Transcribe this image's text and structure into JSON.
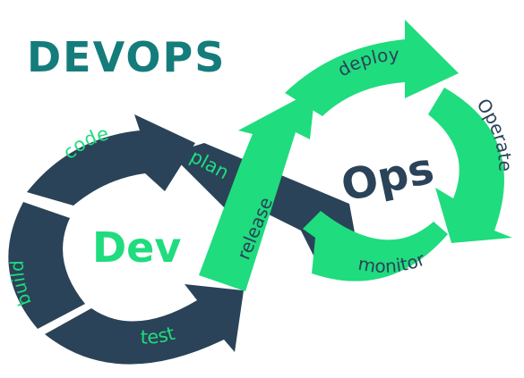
{
  "title": "DEVOPS",
  "colors": {
    "dark": "#2a4358",
    "green": "#1fdc7e",
    "teal": "#147d7b",
    "white": "#ffffff"
  },
  "hubs": {
    "dev": "Dev",
    "ops": "Ops"
  },
  "stages": {
    "plan": "plan",
    "code": "code",
    "build": "build",
    "test": "test",
    "release": "release",
    "deploy": "deploy",
    "operate": "Operate",
    "monitor": "monitor"
  }
}
